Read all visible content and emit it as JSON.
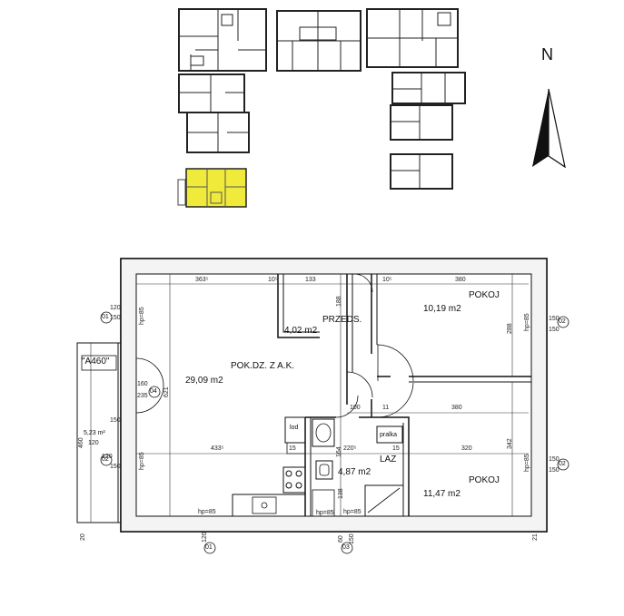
{
  "north_label": "N",
  "unit_tag": "\"A460\"",
  "rooms": [
    {
      "id": "living",
      "name": "POK.DZ. Z A.K.",
      "area": "29,09 m2"
    },
    {
      "id": "hall",
      "name": "PRZEDS.",
      "area": "4,02 m2"
    },
    {
      "id": "room1",
      "name": "POKOJ",
      "area": "10,19 m2"
    },
    {
      "id": "room2",
      "name": "POKOJ",
      "area": "11,47 m2"
    },
    {
      "id": "bath",
      "name": "LAZ",
      "area": "4,87 m2"
    }
  ],
  "balcony_area": "5,23 m²",
  "fixtures": {
    "fridge": "lod",
    "washer": "pralka"
  },
  "dimensions": {
    "top_living": "363⁵",
    "top_10a": "10⁵",
    "top_hall": "133",
    "top_room": "380",
    "top_10b": "10⁵",
    "mid_100": "100",
    "mid_11": "11",
    "mid_380": "380",
    "bot_433": "433⁵",
    "bot_15a": "15",
    "bot_220": "220⁵",
    "bot_15b": "15",
    "bot_320": "320",
    "left_120a": "120",
    "left_150a": "150",
    "left_120b": "120",
    "left_150b": "150",
    "left_120c": "120",
    "left_150c": "150",
    "left_160": "160",
    "left_235": "235",
    "right_150a": "150",
    "right_150b": "150",
    "right_150c": "150",
    "right_150d": "150",
    "hp85_left1": "hp=85",
    "hp85_left2": "hp=85",
    "hp85_right1": "hp=85",
    "hp85_right2": "hp=85",
    "hp85_bot1": "hp=85",
    "hp85_bot2": "hp=85",
    "v621": "621",
    "v460": "460",
    "v288": "288",
    "v342": "342",
    "v188": "188",
    "v164": "164",
    "v138": "138",
    "h60": "60",
    "h150": "150",
    "h120": "120",
    "h20": "20",
    "h21": "21",
    "hp_bath": "hp=85"
  },
  "axis_marks": [
    "01",
    "02",
    "03",
    "04",
    "01",
    "02"
  ]
}
